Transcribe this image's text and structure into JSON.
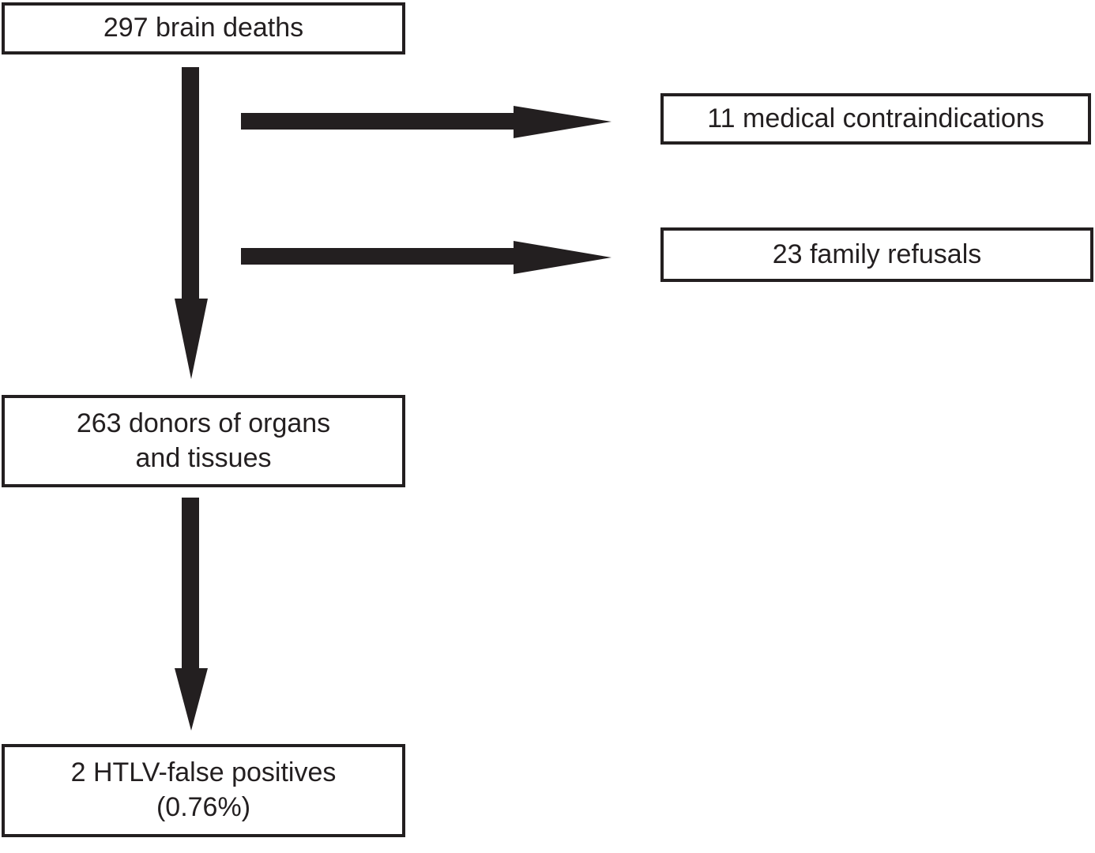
{
  "flowchart": {
    "boxes": {
      "brain_deaths": {
        "label": "297 brain deaths"
      },
      "medical_contraindications": {
        "label": "11 medical contraindications"
      },
      "family_refusals": {
        "label": "23 family refusals"
      },
      "donors": {
        "line1": "263 donors of organs",
        "line2": "and tissues"
      },
      "htlv_false_positives": {
        "line1": "2 HTLV-false positives",
        "line2": "(0.76%)"
      }
    },
    "colors": {
      "ink": "#231f20",
      "background": "#ffffff"
    }
  }
}
